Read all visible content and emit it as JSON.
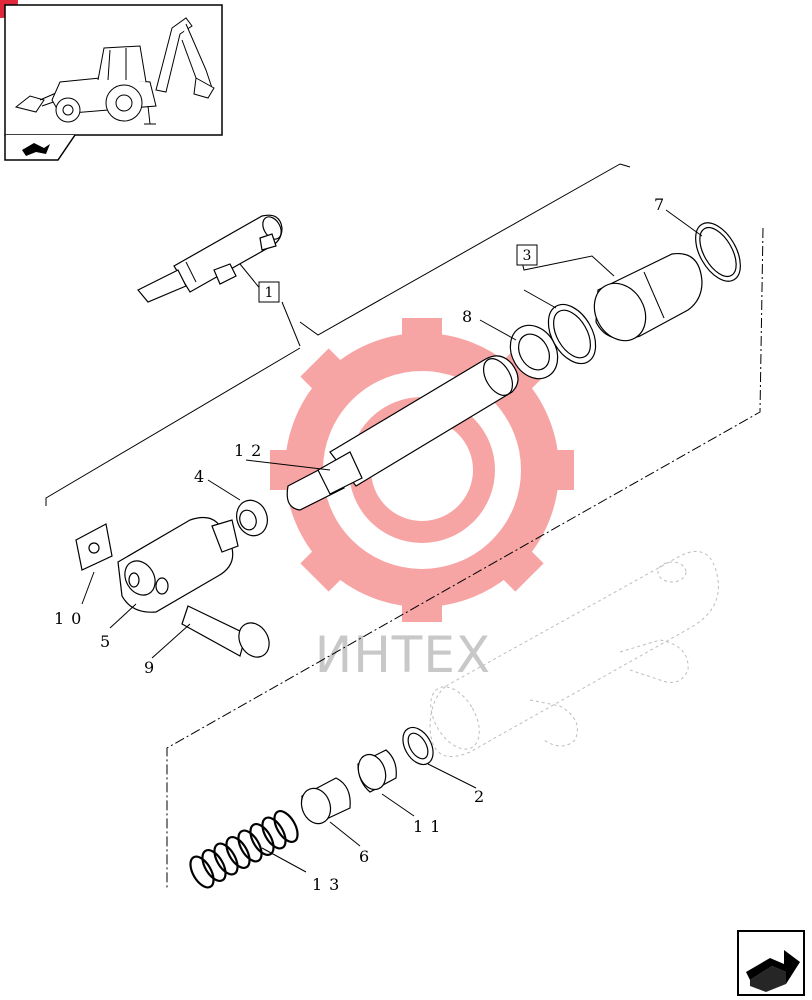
{
  "watermark": {
    "text": "ИНТЕХ",
    "color": "#f25a5a"
  },
  "icons": {
    "thumbnail": "backhoe-loader-icon",
    "thumbnail_tab": "flip-arrow-icon",
    "nav": "next-page-arrow-icon",
    "corner": "red-badge-icon"
  },
  "callouts": {
    "c1": "1",
    "c2": "2",
    "c3": "3",
    "c4": "4",
    "c5": "5",
    "c6": "6",
    "c7": "7",
    "c8": "8",
    "c9": "9",
    "c10": "10",
    "c11": "11",
    "c12": "12",
    "c13": "13"
  }
}
